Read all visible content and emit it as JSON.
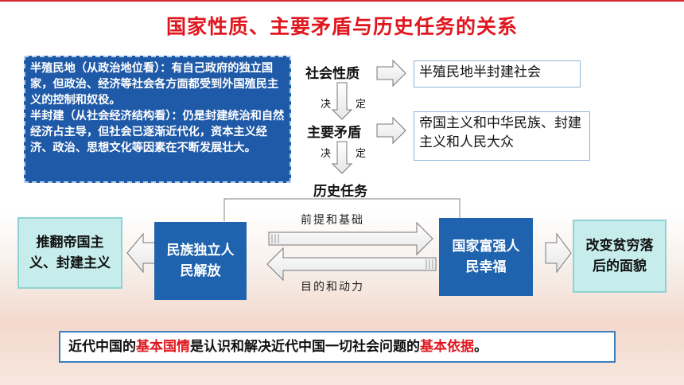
{
  "title": "国家性质、主要矛盾与历史任务的关系",
  "definition": {
    "line1": "半殖民地（从政治地位看）：有自己政府的独立国家，但政治、经济等社会各方面都受到外国殖民主义的控制和奴役。",
    "line2": "半封建（从社会经济结构看）：仍是封建统治和自然经济占主导，但社会已逐渐近代化，资本主义经济、政治、思想文化等因素在不断发展壮大。"
  },
  "chain": {
    "nature": "社会性质",
    "contradiction": "主要矛盾",
    "task": "历史任务",
    "decide1": [
      "决",
      "定"
    ],
    "decide2": [
      "决",
      "定"
    ]
  },
  "results": {
    "nature": "半殖民地半封建社会",
    "contradiction": "帝国主义和中华民族、封建主义和人民大众"
  },
  "flow": {
    "left_goal": "推翻帝国主义、封建主义",
    "independence": "民族独立人民解放",
    "prosperity": "国家富强人民幸福",
    "right_goal": "改变贫穷落后的面貌",
    "forward_label": "前提和基础",
    "backward_label": "目的和动力"
  },
  "conclusion": {
    "p1": "近代中国的",
    "h1": "基本国情",
    "p2": "是认识和解决近代中国一切社会问题的",
    "h2": "基本依据",
    "p3": "。"
  },
  "colors": {
    "accent_red": "#e0161e",
    "box_blue": "#1f63ae",
    "teal": "#c6ecec"
  }
}
